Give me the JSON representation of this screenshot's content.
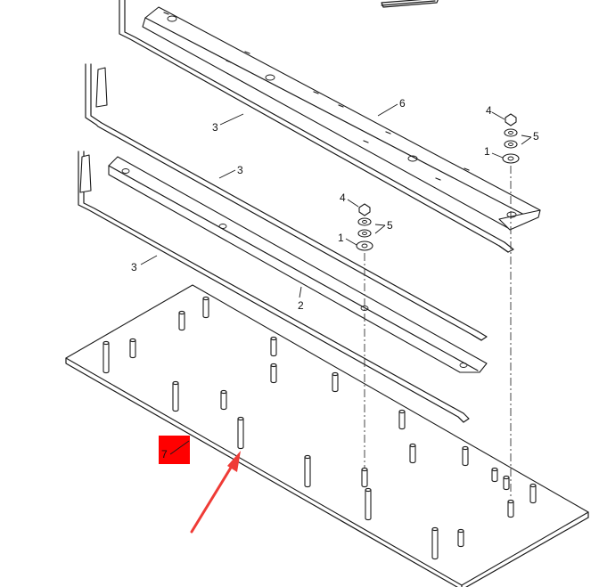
{
  "callouts": {
    "c1_upper": "1",
    "c1_lower": "1",
    "c2": "2",
    "c3_a": "3",
    "c3_b": "3",
    "c3_c": "3",
    "c4_upper": "4",
    "c4_lower": "4",
    "c5_upper": "5",
    "c5_lower": "5",
    "c6": "6",
    "c7": "7"
  },
  "colors": {
    "highlight": "#ff0000",
    "arrow": "#ef3b36",
    "line": "#1a1a1a"
  }
}
